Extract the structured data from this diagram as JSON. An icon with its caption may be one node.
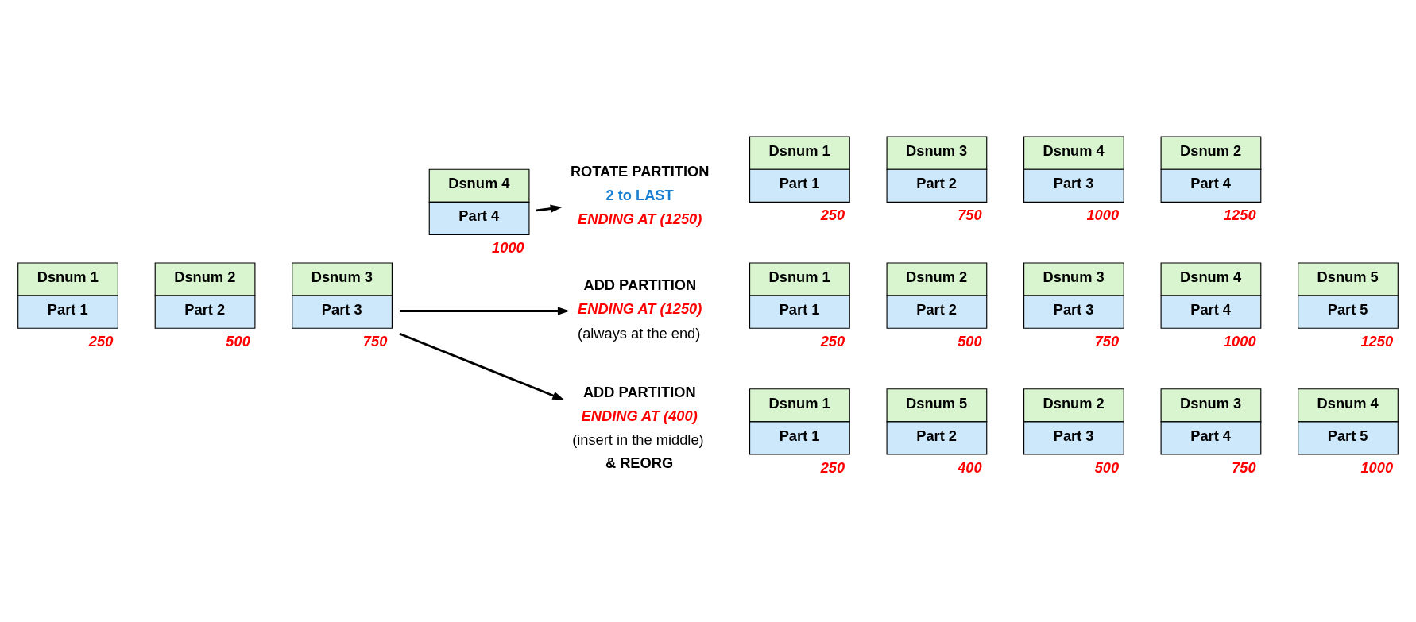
{
  "diagram": {
    "nodes": [
      {
        "text": [
          "Dsnum 1",
          "Part 1"
        ],
        "beside": [
          "250"
        ]
      },
      {
        "text": [
          "Dsnum 2",
          "Part 2"
        ],
        "beside": [
          "500"
        ]
      },
      {
        "text": [
          "Dsnum 3",
          "Part 3"
        ],
        "beside": [
          "750"
        ]
      },
      {
        "text": [
          "Dsnum 4",
          "Part 4"
        ],
        "beside": [
          "1000"
        ]
      },
      {
        "text": [
          "ADD PARTITION",
          "ENDING AT (1250)",
          "(always at the end)"
        ]
      },
      {
        "text": [
          "Dsnum 1",
          "Part 1"
        ],
        "beside": [
          "250"
        ]
      },
      {
        "text": [
          "Dsnum 2",
          "Part 2"
        ],
        "beside": [
          "500"
        ]
      },
      {
        "text": [
          "Dsnum 3",
          "Part 3"
        ],
        "beside": [
          "750"
        ]
      },
      {
        "text": [
          "Dsnum 4",
          "Part 4"
        ],
        "beside": [
          "1000"
        ]
      },
      {
        "text": [
          "Dsnum 5",
          "Part 5"
        ],
        "beside": [
          "1250"
        ]
      },
      {
        "text": [
          "ROTATE PARTITION",
          "2 to LAST",
          "ENDING AT (1250)"
        ]
      },
      {
        "text": [
          "Dsnum 1",
          "Part 1"
        ],
        "beside": [
          "250"
        ]
      },
      {
        "text": [
          "Dsnum 3",
          "Part 2"
        ],
        "beside": [
          "750"
        ]
      },
      {
        "text": [
          "Dsnum 4",
          "Part 3"
        ],
        "beside": [
          "1000"
        ]
      },
      {
        "text": [
          "Dsnum 2",
          "Part 4"
        ],
        "beside": [
          "1250"
        ]
      },
      {
        "text": [
          "ADD PARTITION",
          "ENDING AT (400)",
          "(insert in the middle)",
          "& REORG"
        ]
      },
      {
        "text": [
          "Dsnum 1",
          "Part 1"
        ],
        "beside": [
          "250"
        ]
      },
      {
        "text": [
          "Dsnum 5",
          "Part 2"
        ],
        "beside": [
          "400"
        ]
      },
      {
        "text": [
          "Dsnum 2",
          "Part 3"
        ],
        "beside": [
          "500"
        ]
      },
      {
        "text": [
          "Dsnum 3",
          "Part 4"
        ],
        "beside": [
          "750"
        ]
      },
      {
        "text": [
          "Dsnum 4",
          "Part 5"
        ],
        "beside": [
          "1000"
        ]
      }
    ],
    "edges": [
      {
        "from": 2,
        "to": 4,
        "arrow": "to"
      },
      {
        "from": 3,
        "to": 10,
        "arrow": "to"
      },
      {
        "from": 2,
        "to": 15,
        "arrow": "to"
      }
    ]
  }
}
